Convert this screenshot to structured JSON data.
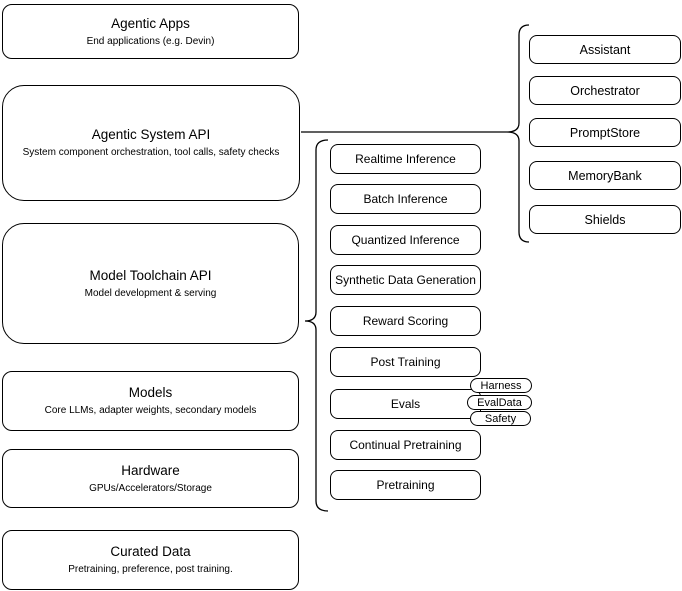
{
  "left_stack": [
    {
      "title": "Agentic Apps",
      "subtitle": "End applications (e.g. Devin)"
    },
    {
      "title": "Agentic System API",
      "subtitle": "System component orchestration, tool calls, safety checks"
    },
    {
      "title": "Model Toolchain API",
      "subtitle": "Model development & serving"
    },
    {
      "title": "Models",
      "subtitle": "Core LLMs, adapter weights, secondary models"
    },
    {
      "title": "Hardware",
      "subtitle": "GPUs/Accelerators/Storage"
    },
    {
      "title": "Curated Data",
      "subtitle": "Pretraining, preference, post training."
    }
  ],
  "toolchain_stack": [
    "Realtime Inference",
    "Batch Inference",
    "Quantized Inference",
    "Synthetic Data Generation",
    "Reward Scoring",
    "Post Training",
    "Evals",
    "Continual Pretraining",
    "Pretraining"
  ],
  "evals_tags": [
    "Harness",
    "EvalData",
    "Safety"
  ],
  "system_components": [
    "Assistant",
    "Orchestrator",
    "PromptStore",
    "MemoryBank",
    "Shields"
  ],
  "colors": {
    "stroke": "#000000",
    "fill": "#ffffff",
    "background": "#ffffff"
  }
}
